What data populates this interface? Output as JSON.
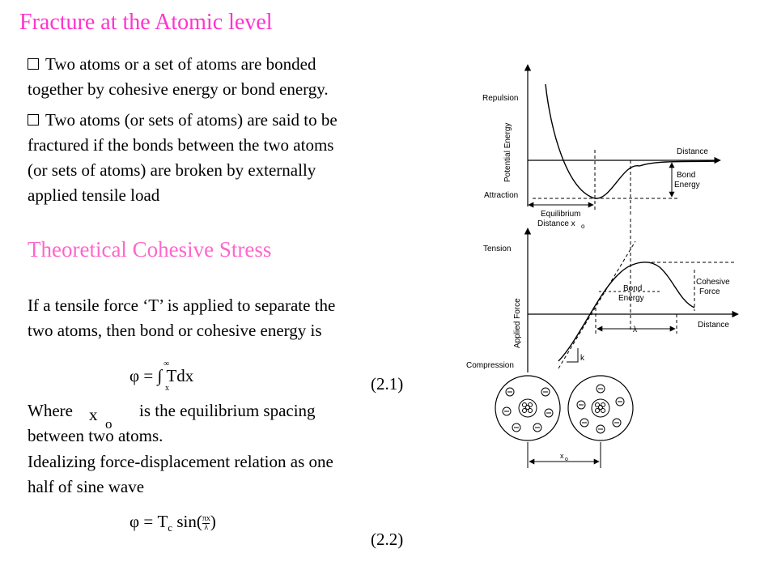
{
  "title": "Fracture at the Atomic level",
  "bullets": [
    [
      "Two atoms or a set of atoms are bonded",
      "together by cohesive energy or bond energy."
    ],
    [
      "Two atoms (or sets of atoms) are said to be",
      "fractured if the bonds between the two atoms",
      "(or sets of atoms) are broken by externally",
      "applied tensile load"
    ]
  ],
  "subtitle": "Theoretical Cohesive Stress",
  "intro": [
    "If a tensile force ‘T’ is applied to separate the",
    "two atoms, then bond or cohesive energy is"
  ],
  "eq1": {
    "lhs": "φ = ∫ Tdx",
    "upper": "∞",
    "lower": "x",
    "number": "(2.1)"
  },
  "where": {
    "word": "Where",
    "symbol": "x",
    "sub": "o",
    "rest": "is the equilibrium spacing",
    "line2": "between two atoms."
  },
  "idealize": [
    "Idealizing  force-displacement relation as one",
    "half of sine wave"
  ],
  "eq2": {
    "lhs": "φ = T",
    "sub": "c",
    "fn": " sin(",
    "num": "πx",
    "den": "λ",
    "close": ")",
    "number": "(2.2)"
  },
  "diagram_top": {
    "y_top": "Repulsion",
    "y_bottom": "Attraction",
    "y_axis": "Potential Energy",
    "x_axis": "Distance",
    "bond_energy": [
      "Bond",
      "Energy"
    ],
    "equilibrium": [
      "Equilibrium",
      "Distance x"
    ],
    "equilibrium_sub": "o"
  },
  "diagram_mid": {
    "y_top": "Tension",
    "y_bottom": "Compression",
    "y_axis": "Applied Force",
    "x_axis": "Distance",
    "bond_energy": [
      "Bond",
      "Energy"
    ],
    "cohesive": [
      "Cohesive",
      "Force"
    ],
    "lambda": "λ",
    "k": "k"
  },
  "diagram_atoms": {
    "spacing": "x",
    "spacing_sub": "o"
  }
}
